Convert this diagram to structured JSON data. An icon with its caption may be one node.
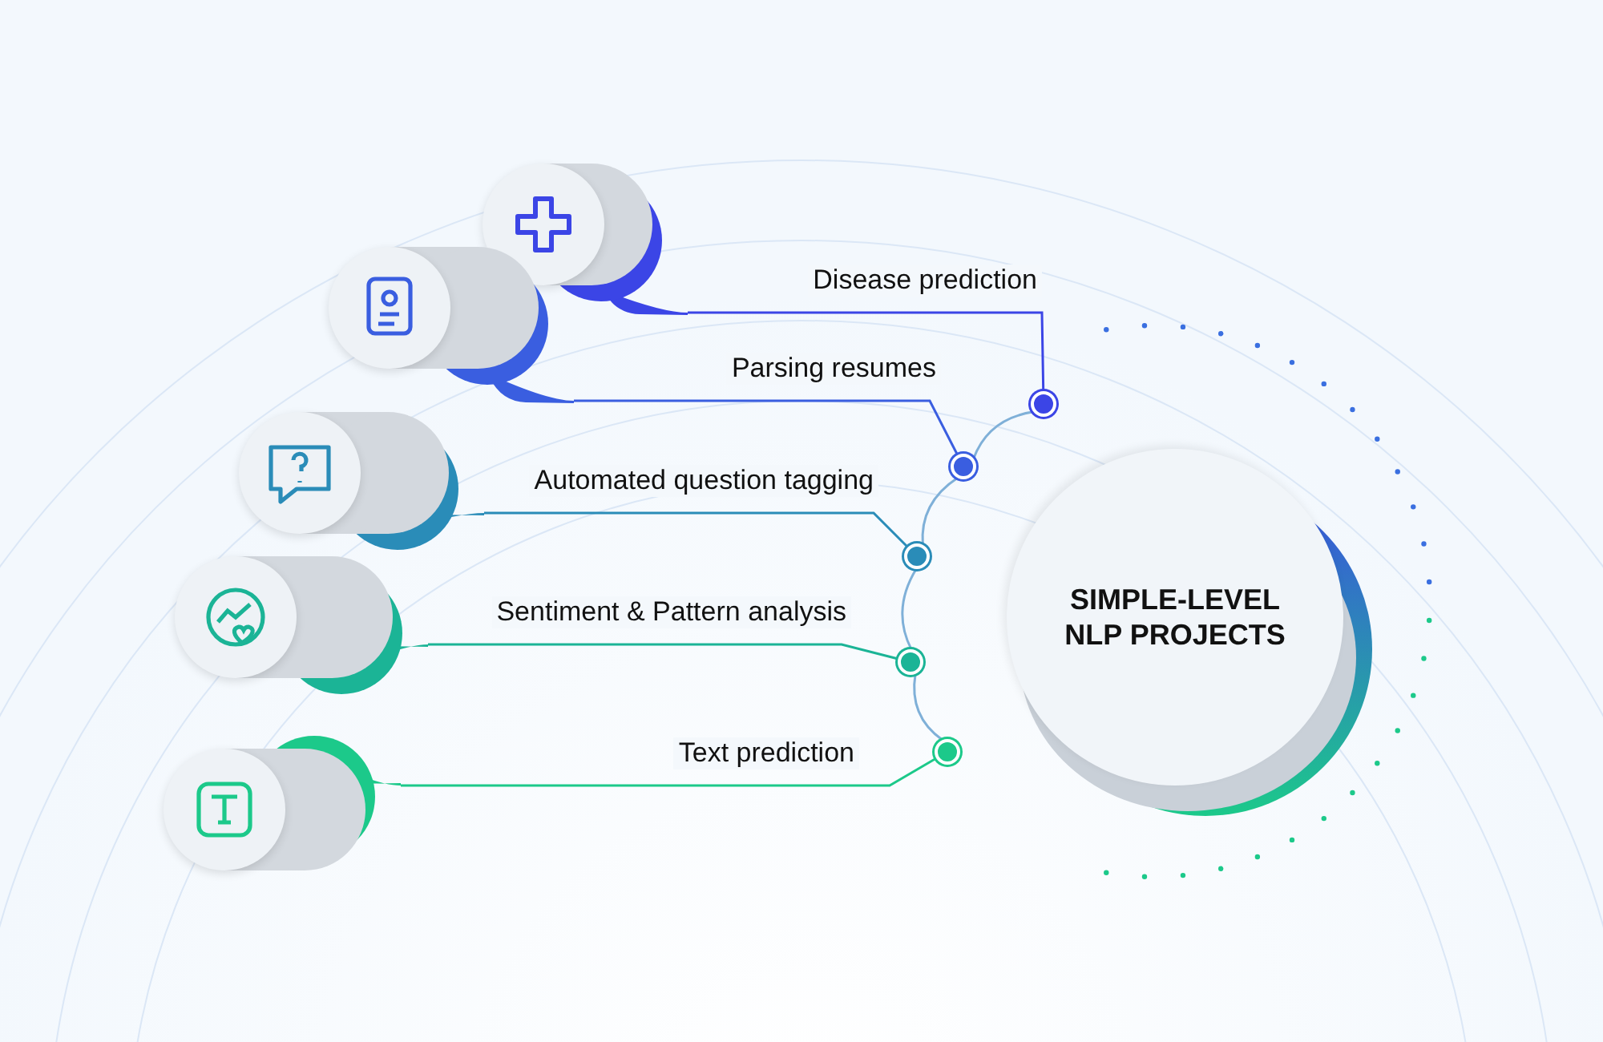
{
  "diagram": {
    "nodes": [
      {
        "text": [],
        "shape": "picture"
      },
      {
        "text": [],
        "shape": "picture"
      },
      {
        "text": [],
        "shape": "picture"
      },
      {
        "text": [],
        "shape": "picture"
      },
      {
        "text": [],
        "shape": "picture"
      },
      {
        "text": [
          "SIMPLE-LEVEL NLP PROJECTS"
        ]
      },
      {
        "text": [],
        "shape": "circle"
      },
      {
        "text": [],
        "shape": "circle"
      },
      {
        "text": [],
        "shape": "circle"
      },
      {
        "text": [],
        "shape": "circle"
      },
      {
        "text": [],
        "shape": "circle"
      }
    ],
    "edges": [
      {
        "from": 0,
        "to": 6,
        "arrow": "none",
        "label": "Disease prediction",
        "color": "#3b45e6"
      },
      {
        "from": 1,
        "to": 7,
        "arrow": "none",
        "label": "Parsing resumes",
        "color": "#3a5ee0"
      },
      {
        "from": 2,
        "to": 8,
        "arrow": "none",
        "label": "Automated question tagging",
        "color": "#2a8cb8"
      },
      {
        "from": 3,
        "to": 9,
        "arrow": "none",
        "label": "Sentiment & Pattern analysis",
        "color": "#1bb496"
      },
      {
        "from": 4,
        "to": 10,
        "arrow": "none",
        "label": "Text prediction",
        "color": "#1cc98a"
      },
      {
        "from": 6,
        "to": 7,
        "arrow": "none",
        "color": "#7fb0d8"
      },
      {
        "from": 7,
        "to": 8,
        "arrow": "none",
        "color": "#7fb0d8"
      },
      {
        "from": 8,
        "to": 9,
        "arrow": "none",
        "color": "#7fb0d8"
      },
      {
        "from": 9,
        "to": 10,
        "arrow": "none",
        "color": "#7fb0d8"
      }
    ]
  }
}
